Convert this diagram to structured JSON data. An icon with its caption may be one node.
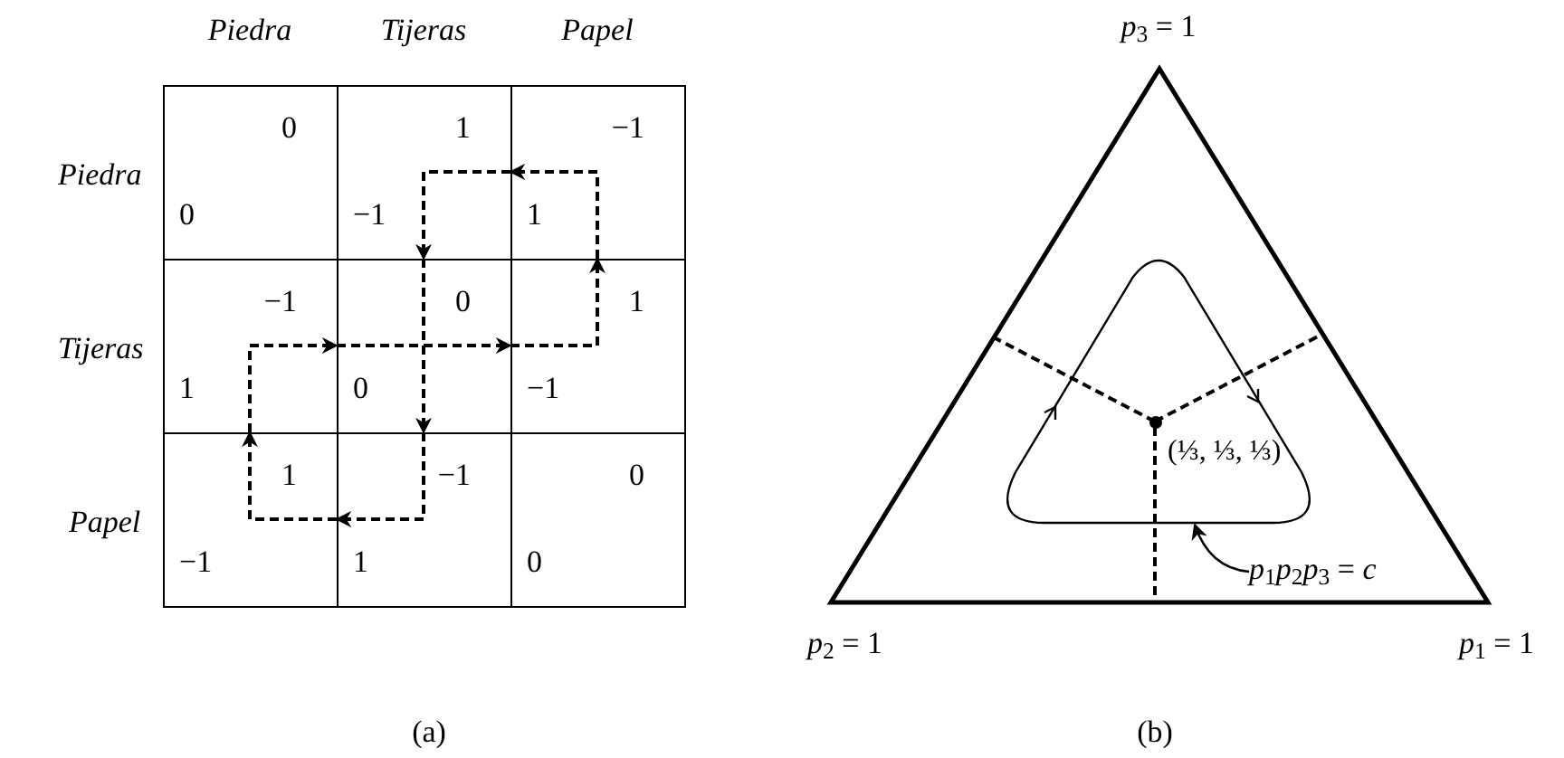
{
  "diagram": {
    "nodes": [
      {
        "text": [
          "0",
          "0"
        ]
      },
      {
        "text": [
          "1",
          "−1"
        ]
      },
      {
        "text": [
          "−1",
          "1"
        ]
      },
      {
        "text": [
          "−1",
          "1"
        ]
      },
      {
        "text": [
          "0",
          "0"
        ]
      },
      {
        "text": [
          "1",
          "−1"
        ]
      },
      {
        "text": [
          "1",
          "−1"
        ]
      },
      {
        "text": [
          "−1",
          "1"
        ]
      },
      {
        "text": [
          "0",
          "0"
        ]
      },
      {
        "text": [],
        "shape": "triangle"
      },
      {
        "text": [],
        "shape": "loop",
        "in": 9
      },
      {
        "text": [],
        "shape": "dot",
        "in": 10,
        "beside": [
          "(⅓, ⅓, ⅓)"
        ]
      },
      {
        "text": [
          "*p*$_{1}$*p*$_{2}$*p*$_{3}$ = *c*"
        ],
        "in": 9
      }
    ],
    "edges": [
      {
        "from": 6,
        "to": 3,
        "arrow": "to",
        "style": "dashed"
      },
      {
        "from": 3,
        "to": 4,
        "arrow": "to",
        "style": "dashed"
      },
      {
        "from": 4,
        "to": 5,
        "arrow": "to",
        "style": "dashed"
      },
      {
        "from": 5,
        "to": 2,
        "arrow": "to",
        "style": "dashed"
      },
      {
        "from": 2,
        "to": 1,
        "arrow": "to",
        "style": "dashed"
      },
      {
        "from": 1,
        "to": 4,
        "arrow": "to",
        "style": "dashed"
      },
      {
        "from": 4,
        "to": 7,
        "arrow": "to",
        "style": "dashed"
      },
      {
        "from": 7,
        "to": 6,
        "arrow": "to",
        "style": "dashed"
      },
      {
        "from": 12,
        "to": 10,
        "arrow": "to"
      }
    ],
    "labels": [
      "Piedra",
      "Tijeras",
      "Papel",
      "Piedra",
      "Tijeras",
      "Papel",
      "(a)",
      "*p*$_{3}$ = 1",
      "*p*$_{2}$ = 1",
      "*p*$_{1}$ = 1",
      "(b)"
    ]
  }
}
